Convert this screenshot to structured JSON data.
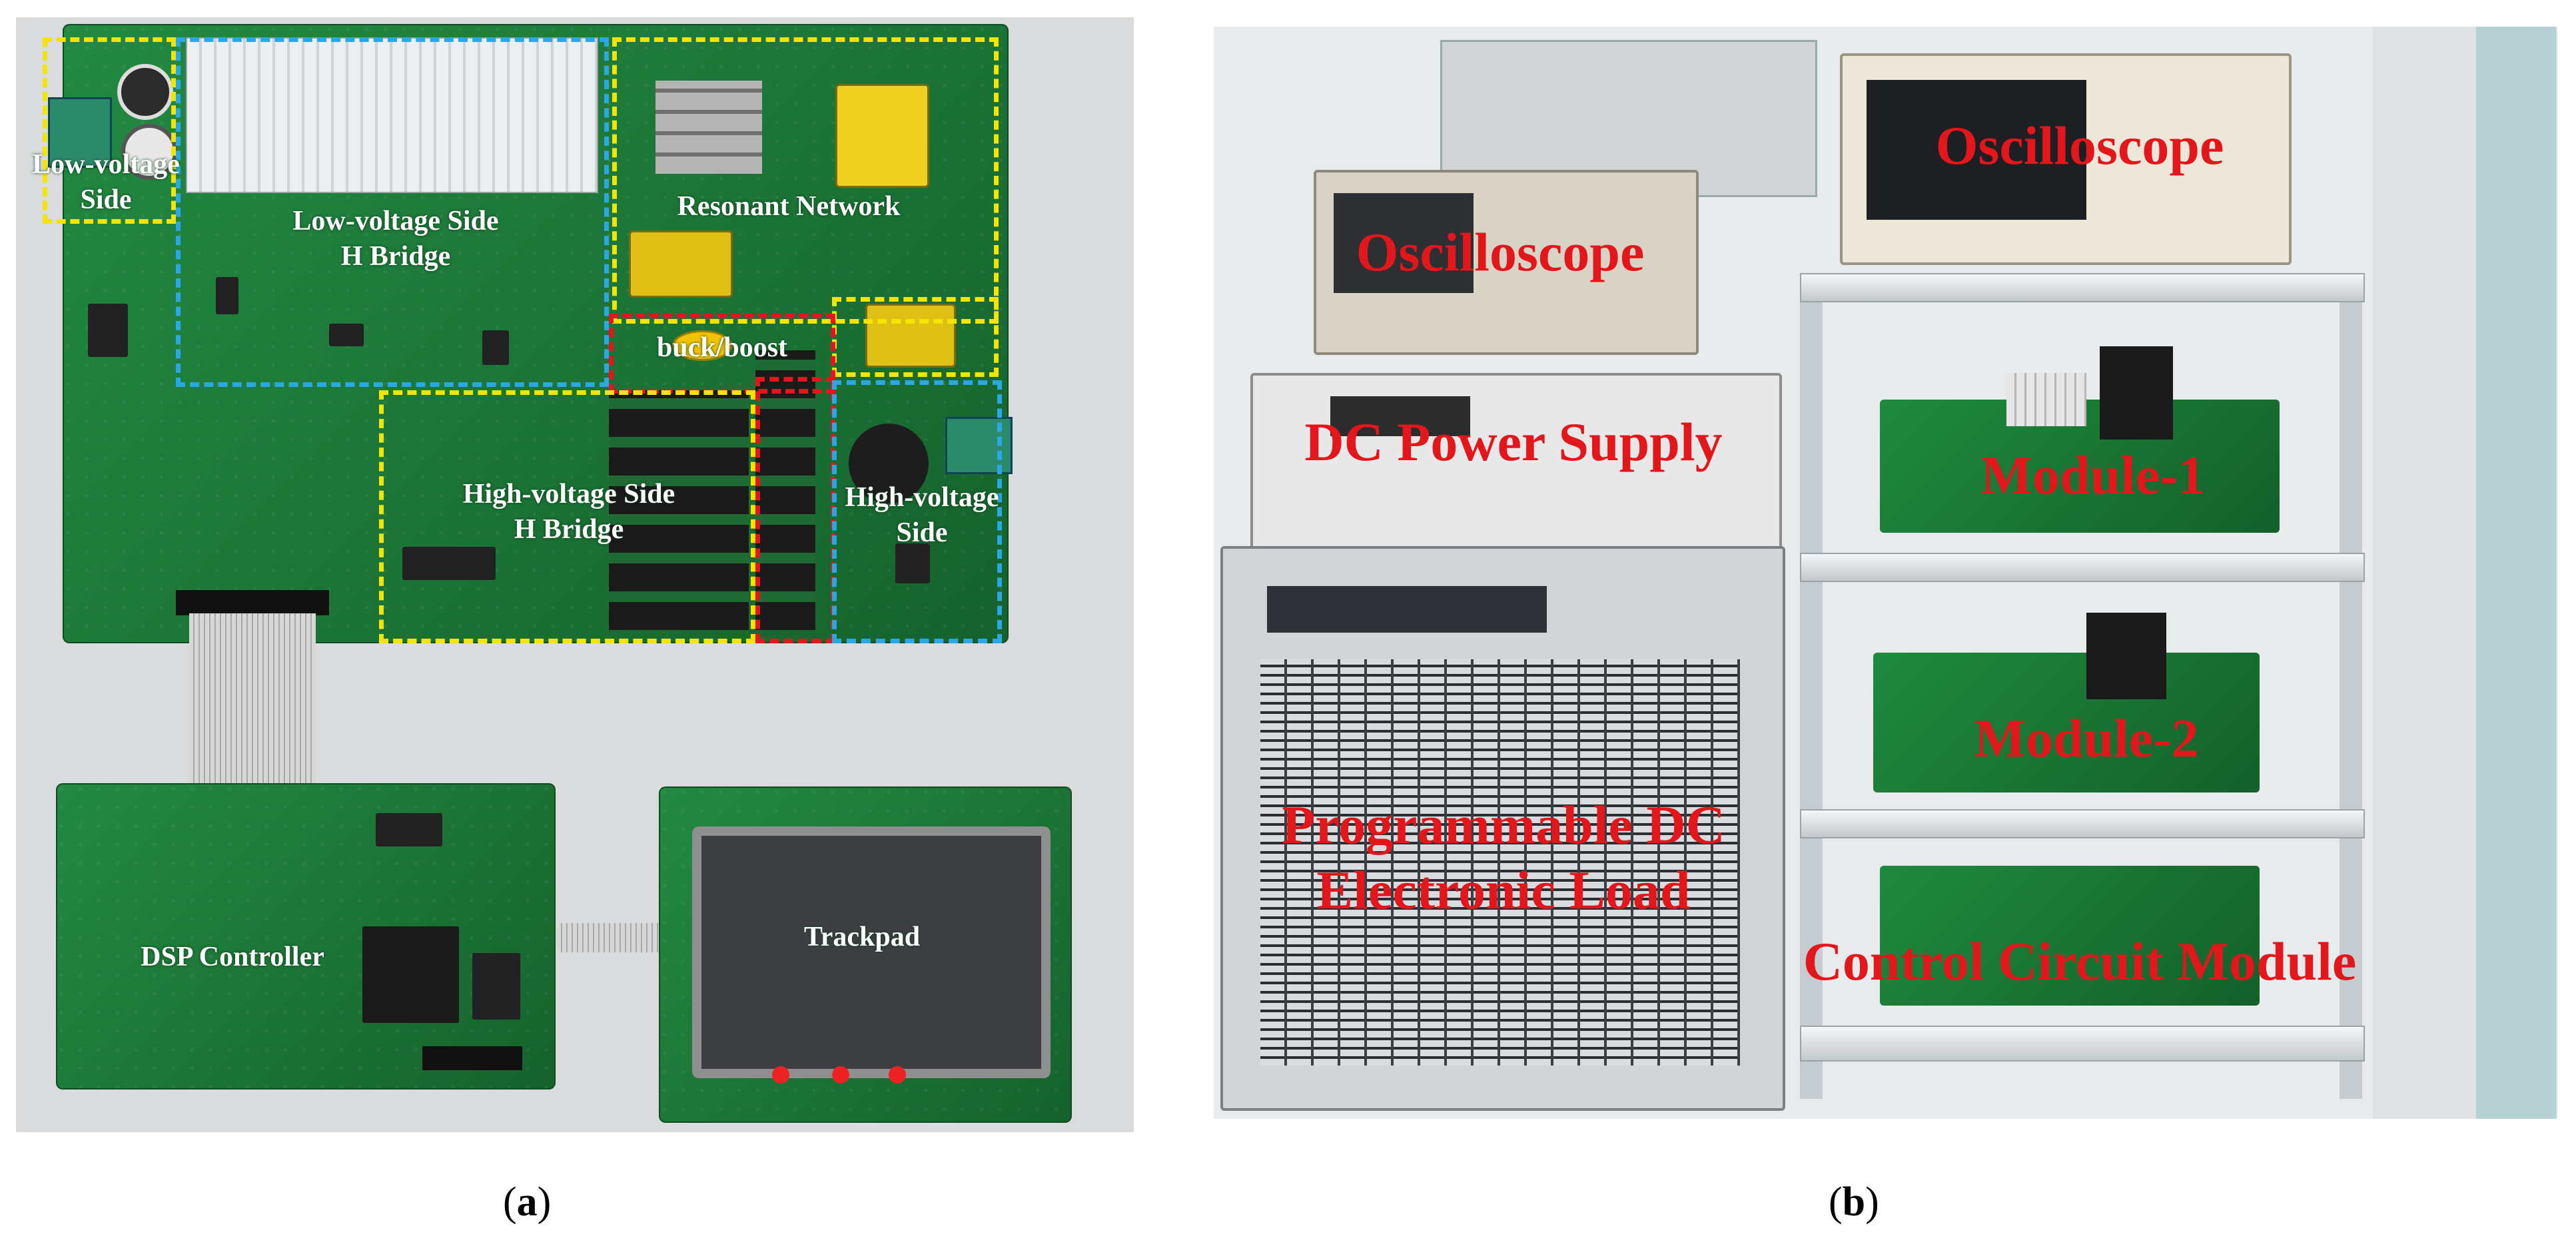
{
  "panel_a": {
    "labels": {
      "low_voltage_side": "Low-voltage\nSide",
      "low_voltage_h_bridge": "Low-voltage Side\nH Bridge",
      "resonant_network": "Resonant Network",
      "buck_boost": "buck/boost",
      "high_voltage_h_bridge": "High-voltage Side\nH Bridge",
      "high_voltage_side": "High-voltage\nSide",
      "dsp_controller": "DSP Controller",
      "trackpad": "Trackpad"
    },
    "caption_open": "(",
    "caption_letter": "a",
    "caption_close": ")"
  },
  "panel_b": {
    "labels": {
      "oscilloscope_top": "Oscilloscope",
      "oscilloscope_left": "Oscilloscope",
      "dc_power_supply": "DC Power Supply",
      "module_1": "Module-1",
      "module_2": "Module-2",
      "programmable_load": "Programmable DC\nElectronic Load",
      "control_circuit": "Control Circuit Module"
    },
    "caption_open": "(",
    "caption_letter": "b",
    "caption_close": ")"
  },
  "colors": {
    "yellow_box": "#f5e400",
    "blue_box": "#2aa7e6",
    "red_box": "#e4151b",
    "red_label": "#e3161b",
    "pcb_green": "#1e7a3a"
  }
}
